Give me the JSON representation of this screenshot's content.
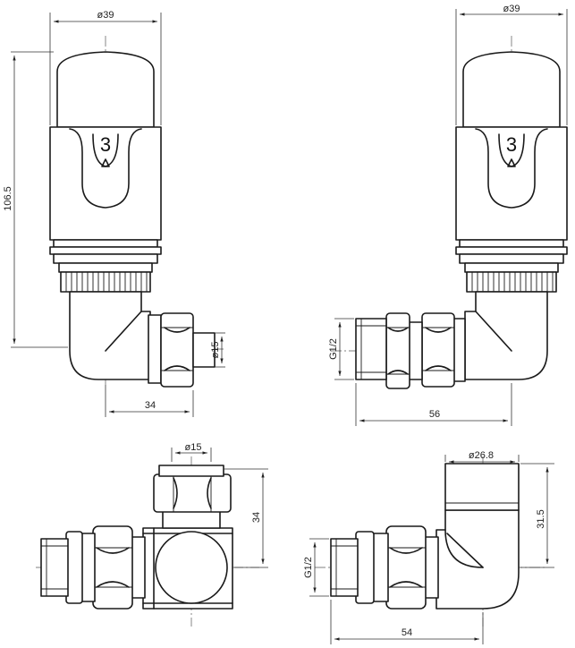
{
  "views": {
    "top_left": {
      "dia_head": "ø39",
      "height": "106.5",
      "width": "34",
      "dia_pipe": "ø15",
      "setting": "3"
    },
    "top_right": {
      "dia_head": "ø39",
      "thread": "G1/2",
      "length": "56",
      "setting": "3"
    },
    "bottom_left": {
      "dia_pipe": "ø15",
      "height": "34"
    },
    "bottom_right": {
      "dia_body": "ø26.8",
      "height": "31.5",
      "thread": "G1/2",
      "length": "54"
    }
  }
}
